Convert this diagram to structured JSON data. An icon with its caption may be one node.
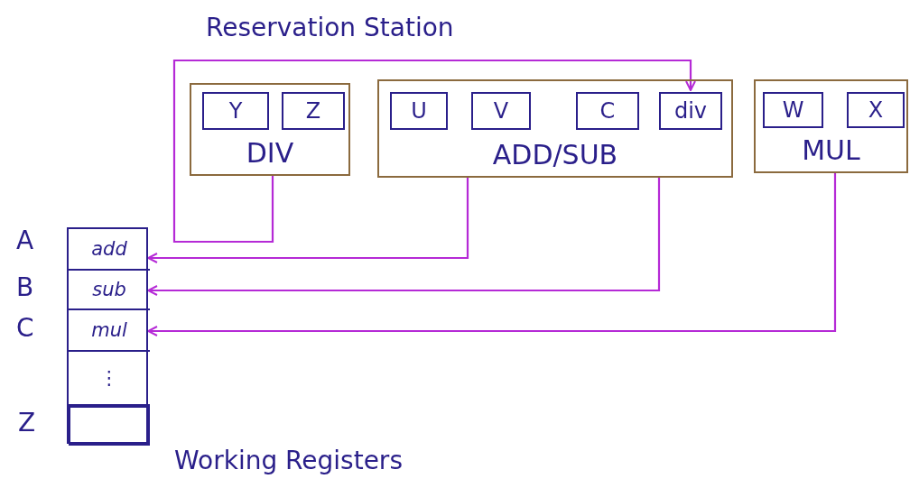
{
  "diagram": {
    "title": "Reservation Station",
    "nodes": [
      {
        "text": [
          "DIV"
        ]
      },
      {
        "text": [
          "Y"
        ],
        "in": 0
      },
      {
        "text": [
          "Z"
        ],
        "in": 0
      },
      {
        "text": [
          "ADD/SUB"
        ]
      },
      {
        "text": [
          "U"
        ],
        "in": 3
      },
      {
        "text": [
          "V"
        ],
        "in": 3
      },
      {
        "text": [
          "C"
        ],
        "in": 3
      },
      {
        "text": [
          "div"
        ],
        "in": 3
      },
      {
        "text": [
          "MUL"
        ]
      },
      {
        "text": [
          "W"
        ],
        "in": 8
      },
      {
        "text": [
          "X"
        ],
        "in": 8
      },
      {
        "text": [],
        "shape": "box",
        "beside": [
          "Working Registers"
        ]
      },
      {
        "text": [
          "add"
        ],
        "in": 11,
        "beside": [
          "A"
        ]
      },
      {
        "text": [
          "sub"
        ],
        "in": 11,
        "beside": [
          "B"
        ]
      },
      {
        "text": [
          "mul"
        ],
        "in": 11,
        "beside": [
          "C"
        ]
      },
      {
        "text": [
          "⋮"
        ],
        "in": 11
      },
      {
        "text": [],
        "shape": "box",
        "in": 11,
        "beside": [
          "Z"
        ]
      }
    ],
    "edges": [
      {
        "from": 0,
        "to": 7,
        "arrow": "to"
      },
      {
        "from": 3,
        "to": 12,
        "arrow": "to"
      },
      {
        "from": 3,
        "to": 13,
        "arrow": "to"
      },
      {
        "from": 8,
        "to": 14,
        "arrow": "to"
      }
    ]
  }
}
